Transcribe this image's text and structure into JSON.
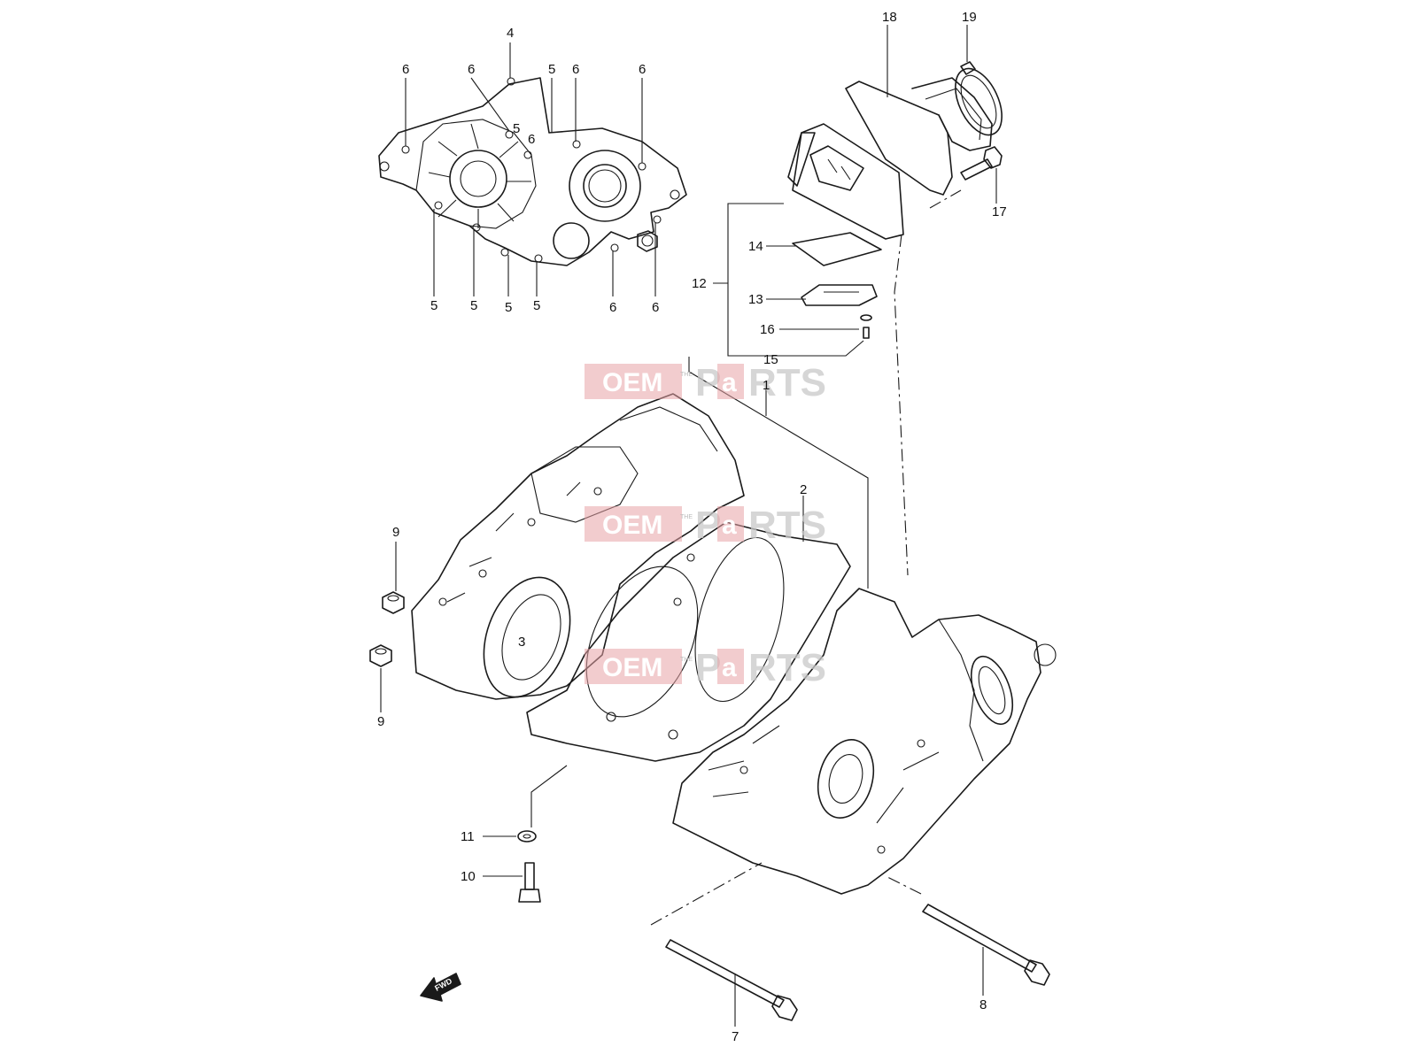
{
  "diagram": {
    "callouts": [
      "1",
      "2",
      "3",
      "4",
      "5",
      "5",
      "5",
      "5",
      "5",
      "5",
      "6",
      "6",
      "6",
      "6",
      "6",
      "6",
      "6",
      "7",
      "8",
      "9",
      "9",
      "10",
      "11",
      "12",
      "13",
      "14",
      "15",
      "16",
      "17",
      "18",
      "19"
    ],
    "fwd_label": "FWD"
  },
  "watermark": {
    "part1": "OEM",
    "part2": "P",
    "part3": "a",
    "part4": "RTS",
    "small": "THE"
  },
  "colors": {
    "line": "#1a1a1a",
    "watermark_red": "#e8a3a6",
    "watermark_gray": "#c9c9c9"
  }
}
